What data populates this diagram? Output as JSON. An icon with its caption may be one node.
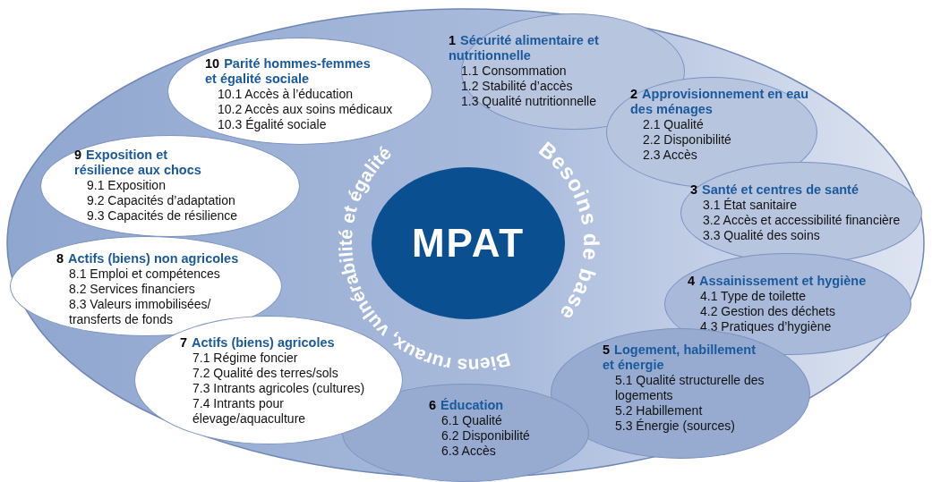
{
  "diagram": {
    "nodes": [
      {
        "text": [
          "MPAT"
        ]
      },
      {
        "text": [
          "1",
          "Sécurité alimentaire et nutritionnelle",
          "1.1 Consommation",
          "1.2 Stabilité d’accès",
          "1.3 Qualité nutritionnelle"
        ]
      },
      {
        "text": [
          "2",
          "Approvisionnement en eau des ménages",
          "2.1 Qualité",
          "2.2 Disponibilité",
          "2.3 Accès"
        ]
      },
      {
        "text": [
          "3",
          "Santé et centres de santé",
          "3.1 État sanitaire",
          "3.2 Accès et accessibilité financière",
          "3.3 Qualité des soins"
        ]
      },
      {
        "text": [
          "4",
          "Assainissement et hygiène",
          "4.1 Type de toilette",
          "4.2 Gestion des déchets",
          "4.3 Pratiques d’hygiène"
        ]
      },
      {
        "text": [
          "5",
          "Logement, habillement et énergie",
          "5.1 Qualité structurelle des logements",
          "5.2 Habillement",
          "5.3 Énergie (sources)"
        ]
      },
      {
        "text": [
          "6",
          "Éducation",
          "6.1 Qualité",
          "6.2 Disponibilité",
          "6.3 Accès"
        ]
      },
      {
        "text": [
          "7",
          "Actifs (biens) agricoles",
          "7.1 Régime foncier",
          "7.2 Qualité des terres/sols",
          "7.3 Intrants agricoles (cultures)",
          "7.4 Intrants pour élevage/aquaculture"
        ]
      },
      {
        "text": [
          "8",
          "Actifs (biens) non agricoles",
          "8.1 Emploi et compétences",
          "8.2 Services financiers",
          "8.3 Valeurs immobilisées/ transferts de fonds"
        ]
      },
      {
        "text": [
          "9",
          "Exposition et résilience aux chocs",
          "9.1 Exposition",
          "9.2 Capacités d’adaptation",
          "9.3 Capacités de résilience"
        ]
      },
      {
        "text": [
          "10",
          "Parité hommes-femmes et égalité sociale",
          "10.1 Accès à l’éducation",
          "10.2 Accès aux soins médicaux",
          "10.3 Égalité sociale"
        ]
      }
    ],
    "labels": [
      "Besoins de base",
      "Biens ruraux, vulnérabilité et égalité"
    ]
  }
}
